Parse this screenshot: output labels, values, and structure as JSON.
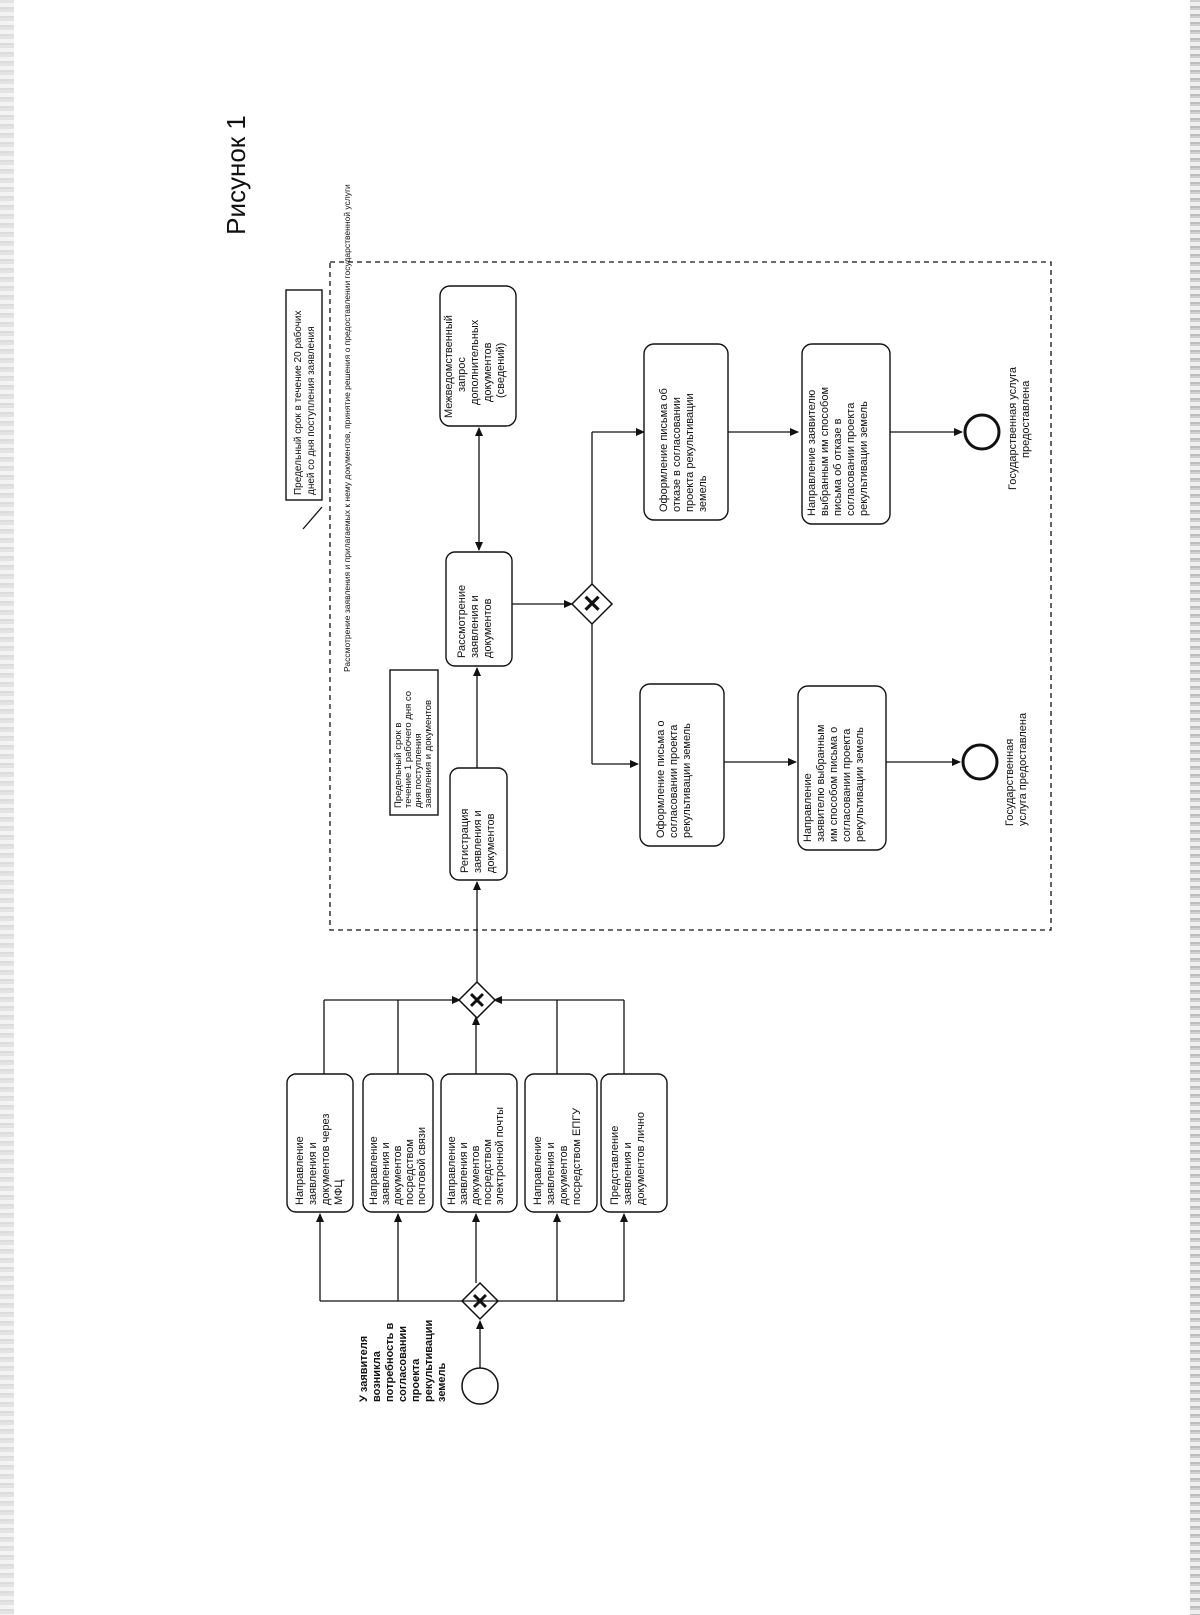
{
  "figure_title": "Рисунок 1",
  "start_event_label": "У заявителя возникла потребность в согласовании проекта рекультивации земель",
  "submission_channels": [
    {
      "label": "Направление заявления и документов через МФЦ"
    },
    {
      "label": "Направление заявления и документов посредством почтовой связи"
    },
    {
      "label": "Направление заявления и документов посредством электронной почты"
    },
    {
      "label": "Направление заявления и документов посредством ЕПГУ"
    },
    {
      "label": "Представление заявления и документов лично"
    }
  ],
  "note_overall_deadline": "Предельный срок в течение 20 рабочих дней со дня поступления заявления",
  "note_registration_deadline": "Предельный срок в течение 1 рабочего дня со дня поступления заявления и документов",
  "process_container_label": "Рассмотрение заявления и прилагаемых к нему документов, принятие решения о предоставлении государственной услуги",
  "tasks": {
    "registration": "Регистрация заявления и документов",
    "review": "Рассмотрение заявления и документов",
    "interagency_request": "Межведомственный запрос дополнительных документов (сведений)",
    "approval_letter": "Оформление письма о согласовании проекта рекультивации земель",
    "refusal_letter": "Оформление письма об отказе в согласовании проекта рекультивации земель",
    "send_approval": "Направление заявителю выбранным им способом письма о согласовании проекта рекультивации земель",
    "send_refusal": "Направление заявителю выбранным им способом письма об отказе в согласовании проекта рекультивации земель"
  },
  "end_events": {
    "approval": "Государственная услуга предоставлена",
    "refusal": "Государственная услуга предоставлена"
  },
  "gateway_symbol": "✕"
}
